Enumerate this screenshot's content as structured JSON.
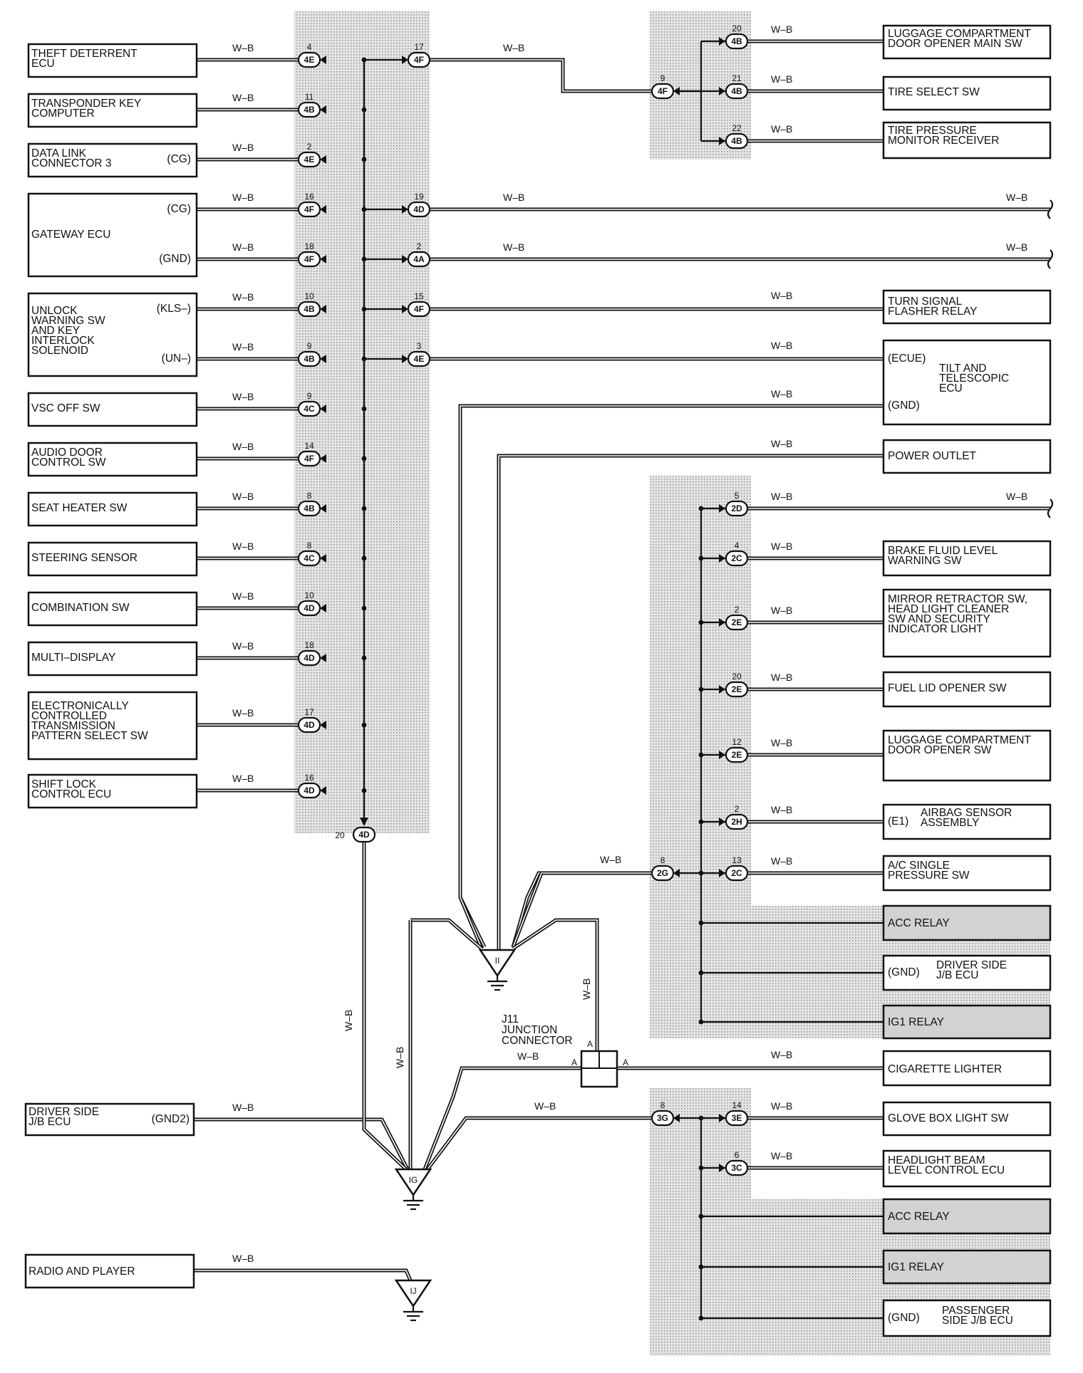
{
  "wire_color": "W–B",
  "left_components": [
    {
      "id": "theft",
      "lines": [
        "THEFT DETERRENT",
        "ECU"
      ],
      "terms": [
        {
          "term": "",
          "pin": "4",
          "conn": "4E",
          "pin2": "17",
          "conn2": "4F"
        }
      ]
    },
    {
      "id": "transponder",
      "lines": [
        "TRANSPONDER KEY",
        "COMPUTER"
      ],
      "terms": [
        {
          "term": "",
          "pin": "11",
          "conn": "4B"
        }
      ]
    },
    {
      "id": "dlc3",
      "lines": [
        "DATA LINK",
        "CONNECTOR 3"
      ],
      "terms": [
        {
          "term": "(CG)",
          "pin": "2",
          "conn": "4E"
        }
      ]
    },
    {
      "id": "gateway",
      "lines": [
        "GATEWAY ECU"
      ],
      "terms": [
        {
          "term": "(CG)",
          "pin": "16",
          "conn": "4F",
          "pin2": "19",
          "conn2": "4D"
        },
        {
          "term": "(GND)",
          "pin": "18",
          "conn": "4F",
          "pin2": "2",
          "conn2": "4A"
        }
      ]
    },
    {
      "id": "unlock",
      "lines": [
        "UNLOCK",
        "WARNING SW",
        "AND KEY",
        "INTERLOCK",
        "SOLENOID"
      ],
      "terms": [
        {
          "term": "(KLS–)",
          "pin": "10",
          "conn": "4B",
          "pin2": "15",
          "conn2": "4F"
        },
        {
          "term": "(UN–)",
          "pin": "9",
          "conn": "4B",
          "pin2": "3",
          "conn2": "4E"
        }
      ]
    },
    {
      "id": "vsc",
      "lines": [
        "VSC OFF SW"
      ],
      "terms": [
        {
          "term": "",
          "pin": "9",
          "conn": "4C"
        }
      ]
    },
    {
      "id": "audio",
      "lines": [
        "AUDIO DOOR",
        "CONTROL SW"
      ],
      "terms": [
        {
          "term": "",
          "pin": "14",
          "conn": "4F"
        }
      ]
    },
    {
      "id": "seat",
      "lines": [
        "SEAT HEATER SW"
      ],
      "terms": [
        {
          "term": "",
          "pin": "8",
          "conn": "4B"
        }
      ]
    },
    {
      "id": "steering",
      "lines": [
        "STEERING SENSOR"
      ],
      "terms": [
        {
          "term": "",
          "pin": "8",
          "conn": "4C"
        }
      ]
    },
    {
      "id": "combination",
      "lines": [
        "COMBINATION SW"
      ],
      "terms": [
        {
          "term": "",
          "pin": "10",
          "conn": "4D"
        }
      ]
    },
    {
      "id": "multi",
      "lines": [
        "MULTI–DISPLAY"
      ],
      "terms": [
        {
          "term": "",
          "pin": "18",
          "conn": "4D"
        }
      ]
    },
    {
      "id": "ectps",
      "lines": [
        "ELECTRONICALLY",
        "CONTROLLED",
        "TRANSMISSION",
        "PATTERN SELECT SW"
      ],
      "terms": [
        {
          "term": "",
          "pin": "17",
          "conn": "4D"
        }
      ]
    },
    {
      "id": "shiftlock",
      "lines": [
        "SHIFT LOCK",
        "CONTROL ECU"
      ],
      "terms": [
        {
          "term": "",
          "pin": "16",
          "conn": "4D"
        }
      ]
    },
    {
      "id": "driverjb",
      "lines": [
        "DRIVER SIDE",
        "J/B ECU"
      ],
      "terms": [
        {
          "term": "(GND2)"
        }
      ]
    },
    {
      "id": "radio",
      "lines": [
        "RADIO AND PLAYER"
      ],
      "terms": [
        {
          "term": ""
        }
      ]
    }
  ],
  "bus_exit": {
    "pin": "20",
    "conn": "4D"
  },
  "top_right": {
    "hub": {
      "pin": "9",
      "conn": "4F"
    },
    "items": [
      {
        "pin": "20",
        "conn": "4B",
        "lines": [
          "LUGGAGE COMPARTMENT",
          "DOOR OPENER MAIN SW"
        ]
      },
      {
        "pin": "21",
        "conn": "4B",
        "lines": [
          "TIRE SELECT SW"
        ]
      },
      {
        "pin": "22",
        "conn": "4B",
        "lines": [
          "TIRE PRESSURE",
          "MONITOR RECEIVER"
        ]
      }
    ]
  },
  "right_components": [
    {
      "id": "turn",
      "lines": [
        "TURN SIGNAL",
        "FLASHER RELAY"
      ]
    },
    {
      "id": "tilt",
      "lines": [
        "TILT AND",
        "TELESCOPIC",
        "ECU"
      ],
      "terms": [
        "(ECUE)",
        "(GND)"
      ]
    },
    {
      "id": "power",
      "lines": [
        "POWER OUTLET"
      ]
    }
  ],
  "mid_right": {
    "hub": {
      "pin": "8",
      "conn": "2G"
    },
    "items": [
      {
        "pin": "5",
        "conn": "2D",
        "lines": [],
        "continues": true
      },
      {
        "pin": "4",
        "conn": "2C",
        "lines": [
          "BRAKE FLUID LEVEL",
          "WARNING SW"
        ]
      },
      {
        "pin": "2",
        "conn": "2E",
        "lines": [
          "MIRROR RETRACTOR SW,",
          "HEAD LIGHT CLEANER",
          "SW AND SECURITY",
          "INDICATOR LIGHT"
        ]
      },
      {
        "pin": "20",
        "conn": "2E",
        "lines": [
          "FUEL LID OPENER SW"
        ]
      },
      {
        "pin": "12",
        "conn": "2E",
        "lines": [
          "LUGGAGE COMPARTMENT",
          "DOOR OPENER SW"
        ]
      },
      {
        "pin": "2",
        "conn": "2H",
        "lines": [
          "AIRBAG SENSOR",
          "ASSEMBLY"
        ],
        "term": "(E1)"
      },
      {
        "pin": "13",
        "conn": "2C",
        "lines": [
          "A/C SINGLE",
          "PRESSURE SW"
        ]
      }
    ],
    "shaded": [
      {
        "lines": [
          "ACC RELAY"
        ]
      },
      {
        "lines": [
          "DRIVER SIDE",
          "J/B ECU"
        ],
        "term": "(GND)"
      },
      {
        "lines": [
          "IG1 RELAY"
        ]
      }
    ]
  },
  "junction": {
    "id": "J11",
    "lines": [
      "J11",
      "JUNCTION",
      "CONNECTOR"
    ],
    "pin": "A"
  },
  "cigarette": {
    "lines": [
      "CIGARETTE LIGHTER"
    ]
  },
  "bottom_right": {
    "hub": {
      "pin": "8",
      "conn": "3G"
    },
    "items": [
      {
        "pin": "14",
        "conn": "3E",
        "lines": [
          "GLOVE BOX LIGHT SW"
        ]
      },
      {
        "pin": "6",
        "conn": "3C",
        "lines": [
          "HEADLIGHT BEAM",
          "LEVEL CONTROL ECU"
        ]
      }
    ],
    "shaded": [
      {
        "lines": [
          "ACC RELAY"
        ]
      },
      {
        "lines": [
          "IG1 RELAY"
        ]
      },
      {
        "lines": [
          "PASSENGER",
          "SIDE J/B ECU"
        ],
        "term": "(GND)"
      }
    ]
  },
  "grounds": [
    {
      "label": "II"
    },
    {
      "label": "IG"
    },
    {
      "label": "IJ"
    }
  ]
}
